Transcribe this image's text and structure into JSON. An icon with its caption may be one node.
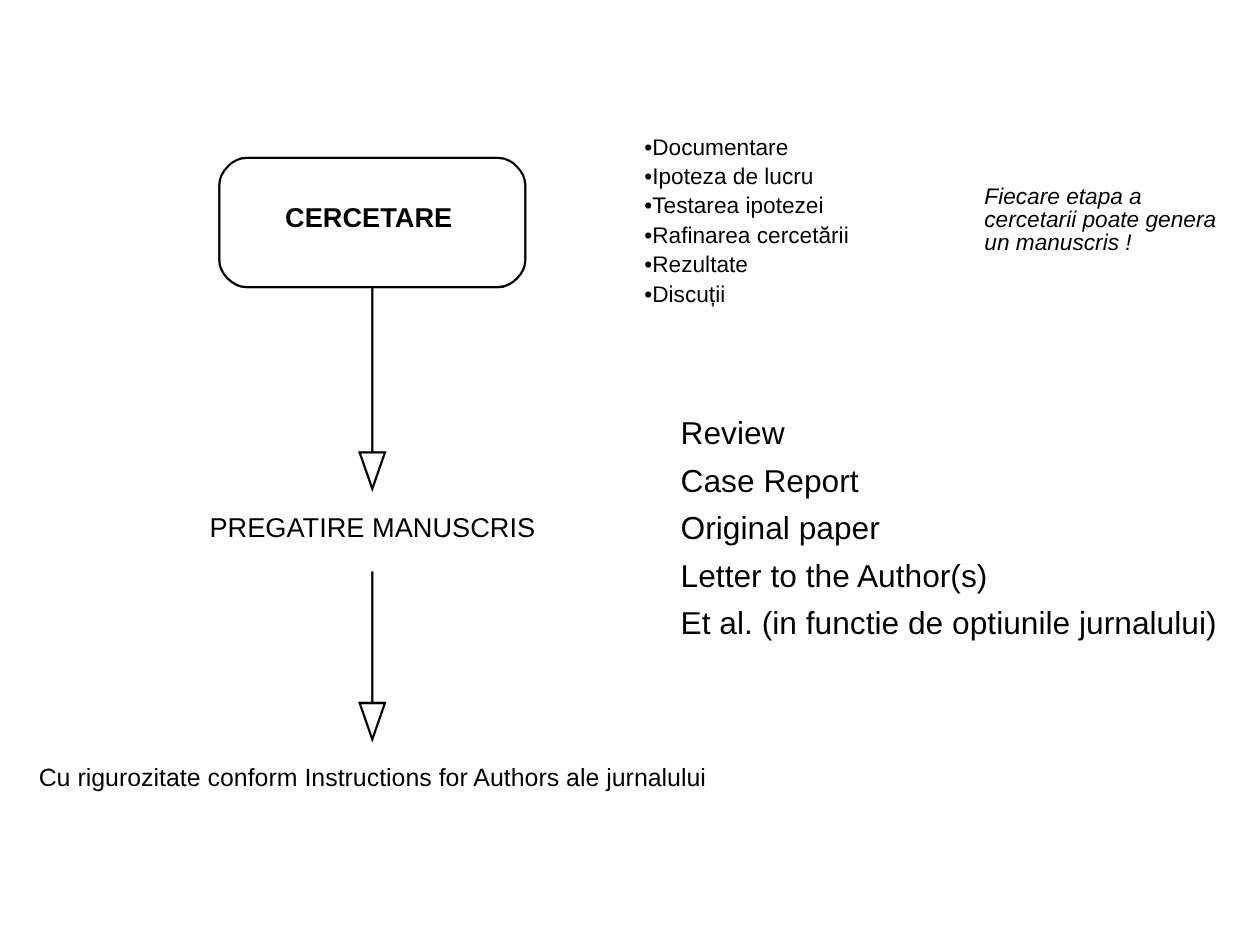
{
  "diagram": {
    "nodes": [
      {
        "text": [
          "CERCETARE"
        ]
      },
      {
        "text": [
          "PREGATIRE MANUSCRIS"
        ]
      },
      {
        "text": [
          "Cu rigurozitate conform Instructions for Authors ale jurnalului"
        ]
      }
    ],
    "edges": [
      {
        "from": 0,
        "to": 1,
        "arrow": "to"
      },
      {
        "from": 1,
        "to": 2,
        "arrow": "to"
      }
    ],
    "labels": [
      "•Documentare",
      "•Ipoteza de lucru",
      "•Testarea ipotezei",
      "•Rafinarea cercetării",
      "•Rezultate",
      "•Discuții",
      "Fiecare etapa a cercetarii poate genera un manuscris !",
      "Review",
      "Case Report",
      "Original paper",
      "Letter to the Author(s)",
      "Et al. (in functie de optiunile jurnalului)"
    ]
  }
}
